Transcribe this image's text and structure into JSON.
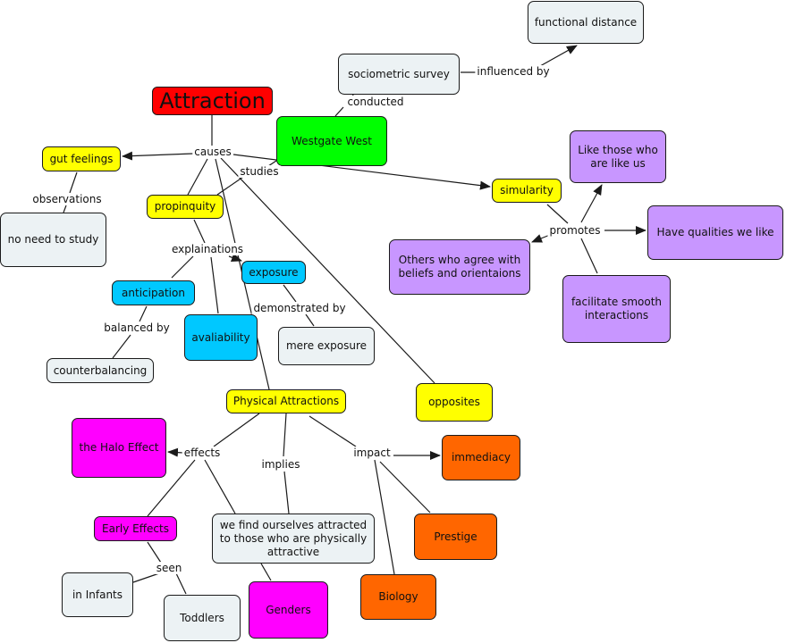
{
  "colors": {
    "red": "#ff0000",
    "green": "#00ff00",
    "yellow": "#ffff00",
    "cyan": "#00c8ff",
    "purple": "#c896ff",
    "magenta": "#ff00ff",
    "orange": "#ff6600",
    "pale": "#ecf2f4",
    "line": "#1a1a1a"
  },
  "nodes": [
    {
      "id": "attraction",
      "text": "Attraction",
      "color": "red",
      "big": true
    },
    {
      "id": "sociometric",
      "text": "sociometric survey",
      "color": "pale"
    },
    {
      "id": "functional",
      "text": "functional distance",
      "color": "pale"
    },
    {
      "id": "westgate",
      "text": "Westgate West",
      "color": "green"
    },
    {
      "id": "gut",
      "text": "gut feelings",
      "color": "yellow"
    },
    {
      "id": "noneed",
      "text": "no need to study",
      "color": "pale"
    },
    {
      "id": "propinquity",
      "text": "propinquity",
      "color": "yellow"
    },
    {
      "id": "simularity",
      "text": "simularity",
      "color": "yellow"
    },
    {
      "id": "likeus",
      "text": "Like those who are like us",
      "color": "purple"
    },
    {
      "id": "qualities",
      "text": "Have qualities we like",
      "color": "purple"
    },
    {
      "id": "agree",
      "text": "Others who agree with beliefs and orientaions",
      "color": "purple"
    },
    {
      "id": "smooth",
      "text": "facilitate smooth interactions",
      "color": "purple"
    },
    {
      "id": "anticipation",
      "text": "anticipation",
      "color": "cyan"
    },
    {
      "id": "exposure",
      "text": "exposure",
      "color": "cyan"
    },
    {
      "id": "avaliability",
      "text": "avaliability",
      "color": "cyan"
    },
    {
      "id": "counterbalancing",
      "text": "counterbalancing",
      "color": "pale"
    },
    {
      "id": "mere",
      "text": "mere exposure",
      "color": "pale"
    },
    {
      "id": "physical",
      "text": "Physical Attractions",
      "color": "yellow"
    },
    {
      "id": "opposites",
      "text": "opposites",
      "color": "yellow"
    },
    {
      "id": "halo",
      "text": "the Halo Effect",
      "color": "magenta"
    },
    {
      "id": "immediacy",
      "text": "immediacy",
      "color": "orange"
    },
    {
      "id": "early",
      "text": "Early Effects",
      "color": "magenta"
    },
    {
      "id": "wefind",
      "text": "we find ourselves attracted to those who are physically attractive",
      "color": "pale"
    },
    {
      "id": "prestige",
      "text": "Prestige",
      "color": "orange"
    },
    {
      "id": "infants",
      "text": "in Infants",
      "color": "pale"
    },
    {
      "id": "toddlers",
      "text": "Toddlers",
      "color": "pale"
    },
    {
      "id": "genders",
      "text": "Genders",
      "color": "magenta"
    },
    {
      "id": "biology",
      "text": "Biology",
      "color": "orange"
    }
  ],
  "link_labels": [
    {
      "id": "causes",
      "text": "causes"
    },
    {
      "id": "conducted",
      "text": "conducted"
    },
    {
      "id": "influenced",
      "text": "influenced by"
    },
    {
      "id": "studies",
      "text": "studies"
    },
    {
      "id": "observations",
      "text": "observations"
    },
    {
      "id": "explainations",
      "text": "explainations"
    },
    {
      "id": "promotes",
      "text": "promotes"
    },
    {
      "id": "balanced",
      "text": "balanced by"
    },
    {
      "id": "demonstrated",
      "text": "demonstrated by"
    },
    {
      "id": "effects",
      "text": "effects"
    },
    {
      "id": "implies",
      "text": "implies"
    },
    {
      "id": "impact",
      "text": "impact"
    },
    {
      "id": "seen",
      "text": "seen"
    }
  ],
  "connections": [
    {
      "from": "attraction",
      "via": "causes",
      "to": [
        "gut",
        "propinquity",
        "simularity",
        "opposites",
        "physical"
      ]
    },
    {
      "from": "westgate",
      "via": "conducted",
      "to": [
        "sociometric"
      ]
    },
    {
      "from": "sociometric",
      "via": "influenced",
      "to": [
        "functional"
      ]
    },
    {
      "from": "westgate",
      "via": "studies",
      "to": [
        "propinquity"
      ]
    },
    {
      "from": "gut",
      "via": "observations",
      "to": [
        "noneed"
      ]
    },
    {
      "from": "propinquity",
      "via": "explainations",
      "to": [
        "anticipation",
        "avaliability",
        "exposure"
      ]
    },
    {
      "from": "simularity",
      "via": "promotes",
      "to": [
        "likeus",
        "qualities",
        "agree",
        "smooth"
      ]
    },
    {
      "from": "anticipation",
      "via": "balanced",
      "to": [
        "counterbalancing"
      ]
    },
    {
      "from": "exposure",
      "via": "demonstrated",
      "to": [
        "mere"
      ]
    },
    {
      "from": "physical",
      "via": "effects",
      "to": [
        "halo",
        "early",
        "wefind"
      ]
    },
    {
      "from": "physical",
      "via": "implies",
      "to": [
        "wefind"
      ]
    },
    {
      "from": "physical",
      "via": "impact",
      "to": [
        "immediacy",
        "prestige",
        "biology"
      ]
    },
    {
      "from": "early",
      "via": "seen",
      "to": [
        "infants",
        "toddlers"
      ]
    },
    {
      "from": "wefind",
      "via": null,
      "to": [
        "genders"
      ]
    }
  ]
}
